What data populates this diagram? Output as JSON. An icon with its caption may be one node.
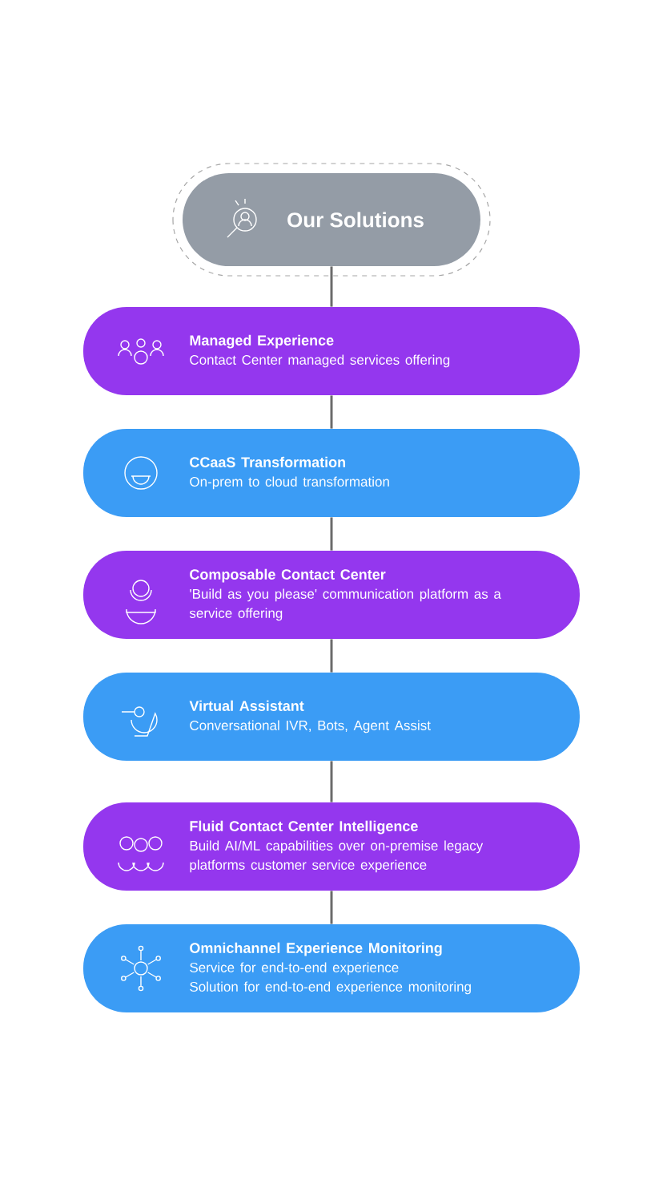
{
  "diagram": {
    "nodes": [
      {
        "text": [
          "Our Solutions"
        ]
      },
      {
        "text": [
          "Managed Experience",
          "Contact Center managed services offering"
        ]
      },
      {
        "text": [
          "CCaaS Transformation",
          "On-prem to cloud transformation"
        ]
      },
      {
        "text": [
          "Composable Contact Center",
          "'Build as you please' communication platform as a service offering"
        ]
      },
      {
        "text": [
          "Virtual Assistant",
          "Conversational IVR, Bots, Agent Assist"
        ]
      },
      {
        "text": [
          "Fluid Contact Center Intelligence",
          "Build AI/ML capabilities over on-premise legacy platforms customer service experience"
        ]
      },
      {
        "text": [
          "Omnichannel Experience Monitoring",
          "Service for end-to-end experience",
          "Solution for end-to-end experience monitoring"
        ]
      }
    ],
    "edges": [
      {
        "from": 0,
        "to": 1,
        "arrow": "none"
      },
      {
        "from": 1,
        "to": 2,
        "arrow": "none"
      },
      {
        "from": 2,
        "to": 3,
        "arrow": "none"
      },
      {
        "from": 3,
        "to": 4,
        "arrow": "none"
      },
      {
        "from": 4,
        "to": 5,
        "arrow": "none"
      },
      {
        "from": 5,
        "to": 6,
        "arrow": "none"
      }
    ]
  }
}
